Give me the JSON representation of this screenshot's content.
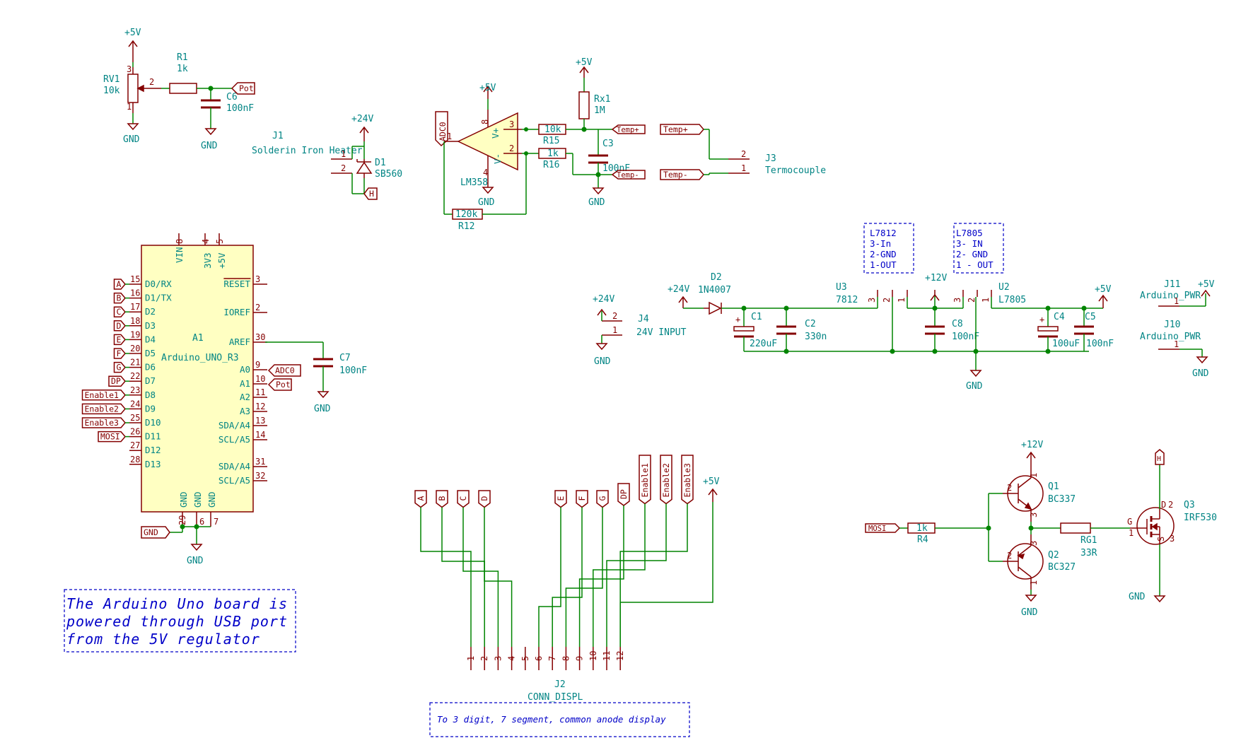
{
  "rv1": {
    "ref": "RV1",
    "value": "10k",
    "pin3": "3",
    "pin2": "2",
    "pin1": "1"
  },
  "r1": {
    "ref": "R1",
    "value": "1k"
  },
  "c6": {
    "ref": "C6",
    "value": "100nF"
  },
  "c7": {
    "ref": "C7",
    "value": "100nF"
  },
  "j1": {
    "ref": "J1",
    "value": "Solderin Iron Heater",
    "pin1": "1",
    "pin2": "2"
  },
  "d1": {
    "ref": "D1",
    "value": "SB560"
  },
  "opamp": {
    "ref": "LM358",
    "pin1": "1",
    "pin2": "2",
    "pin3": "3",
    "pin4": "4",
    "pin8": "8",
    "vplus": "V+",
    "vminus": "V-"
  },
  "r15": {
    "ref": "R15",
    "value": "10k"
  },
  "r16": {
    "ref": "R16",
    "value": "1k"
  },
  "r12": {
    "ref": "R12",
    "value": "120k"
  },
  "rx1": {
    "ref": "Rx1",
    "value": "1M"
  },
  "c3": {
    "ref": "C3",
    "value": "100nF"
  },
  "j3": {
    "ref": "J3",
    "value": "Termocouple",
    "pin1": "1",
    "pin2": "2"
  },
  "j4": {
    "ref": "J4",
    "value": "24V INPUT",
    "pin1": "1",
    "pin2": "2"
  },
  "d2": {
    "ref": "D2",
    "value": "1N4007"
  },
  "c1": {
    "ref": "C1",
    "value": "220uF"
  },
  "c2": {
    "ref": "C2",
    "value": "330n"
  },
  "u3": {
    "ref": "U3",
    "value": "7812",
    "p1": "1",
    "p2": "2",
    "p3": "3"
  },
  "c8": {
    "ref": "C8",
    "value": "100nF"
  },
  "u2": {
    "ref": "U2",
    "value": "L7805",
    "p1": "1",
    "p2": "2",
    "p3": "3"
  },
  "c4": {
    "ref": "C4",
    "value": "100uF"
  },
  "c5": {
    "ref": "C5",
    "value": "100nF"
  },
  "j11": {
    "ref": "J11",
    "value": "Arduino_PWR",
    "pin": "1"
  },
  "j10": {
    "ref": "J10",
    "value": "Arduino_PWR",
    "pin": "1"
  },
  "l7812_note": [
    "L7812",
    "3-In",
    "2-GND",
    "1-OUT"
  ],
  "l7805_note": [
    "L7805",
    "3- IN",
    "2- GND",
    "1 - OUT"
  ],
  "a1": {
    "ref": "A1",
    "value": "Arduino_UNO_R3",
    "top_pins": [
      {
        "num": "8",
        "name": "VIN"
      },
      {
        "num": "4",
        "name": "3V3"
      },
      {
        "num": "5",
        "name": "+5V"
      }
    ],
    "left_pins": [
      {
        "num": "15",
        "name": "D0/RX"
      },
      {
        "num": "16",
        "name": "D1/TX"
      },
      {
        "num": "17",
        "name": "D2"
      },
      {
        "num": "18",
        "name": "D3"
      },
      {
        "num": "19",
        "name": "D4"
      },
      {
        "num": "20",
        "name": "D5"
      },
      {
        "num": "21",
        "name": "D6"
      },
      {
        "num": "22",
        "name": "D7"
      },
      {
        "num": "23",
        "name": "D8"
      },
      {
        "num": "24",
        "name": "D9"
      },
      {
        "num": "25",
        "name": "D10"
      },
      {
        "num": "26",
        "name": "D11"
      },
      {
        "num": "27",
        "name": "D12"
      },
      {
        "num": "28",
        "name": "D13"
      }
    ],
    "right_pins": [
      {
        "num": "3",
        "name": "RESET"
      },
      {
        "num": "2",
        "name": "IOREF"
      },
      {
        "num": "30",
        "name": "AREF"
      },
      {
        "num": "9",
        "name": "A0"
      },
      {
        "num": "10",
        "name": "A1"
      },
      {
        "num": "11",
        "name": "A2"
      },
      {
        "num": "12",
        "name": "A3"
      },
      {
        "num": "13",
        "name": "SDA/A4"
      },
      {
        "num": "14",
        "name": "SCL/A5"
      },
      {
        "num": "31",
        "name": "SDA/A4"
      },
      {
        "num": "32",
        "name": "SCL/A5"
      }
    ],
    "bottom_pins": [
      {
        "num": "29",
        "name": "GND"
      },
      {
        "num": "6",
        "name": "GND"
      },
      {
        "num": "7",
        "name": "GND"
      }
    ]
  },
  "left_labels": [
    "A",
    "B",
    "C",
    "D",
    "E",
    "F",
    "G",
    "DP",
    "Enable1",
    "Enable2",
    "Enable3",
    "MOSI"
  ],
  "j2": {
    "ref": "J2",
    "value": "CONN_DISPL",
    "pins": [
      "1",
      "2",
      "3",
      "4",
      "5",
      "6",
      "7",
      "8",
      "9",
      "10",
      "11",
      "12"
    ],
    "labels": [
      "A",
      "B",
      "C",
      "D",
      "E",
      "F",
      "G",
      "DP",
      "Enable1",
      "Enable2",
      "Enable3"
    ]
  },
  "q1": {
    "ref": "Q1",
    "value": "BC337",
    "b": "2",
    "c": "1",
    "e": "3"
  },
  "q2": {
    "ref": "Q2",
    "value": "BC327",
    "b": "2",
    "c": "1",
    "e": "3"
  },
  "r4": {
    "ref": "R4",
    "value": "1k"
  },
  "rg1": {
    "ref": "RG1",
    "value": "33R"
  },
  "q3": {
    "ref": "Q3",
    "value": "IRF530",
    "g": "G",
    "d": "D",
    "s": "S",
    "p1": "1",
    "p2": "2",
    "p3": "3"
  },
  "labels": {
    "pot": "Pot",
    "adc0": "ADC0",
    "temp_plus": "Temp+",
    "temp_minus": "Temp-",
    "h": "H",
    "gnd_lbl": "GND",
    "mosi": "MOSI",
    "temp_plus2": "Temp+",
    "temp_minus2": "Temp-"
  },
  "power": {
    "p5v": "+5V",
    "p24v": "+24V",
    "p12v": "+12V",
    "gnd": "GND"
  },
  "notes": {
    "arduino": [
      "The Arduino Uno board is",
      "powered through USB port",
      "from the 5V regulator"
    ],
    "display": "To 3 digit, 7 segment, common anode display"
  },
  "colors": {
    "wire": "#008400",
    "part": "#840000",
    "body": "#ffffc2",
    "text": "#008484",
    "note": "#0000c8"
  }
}
